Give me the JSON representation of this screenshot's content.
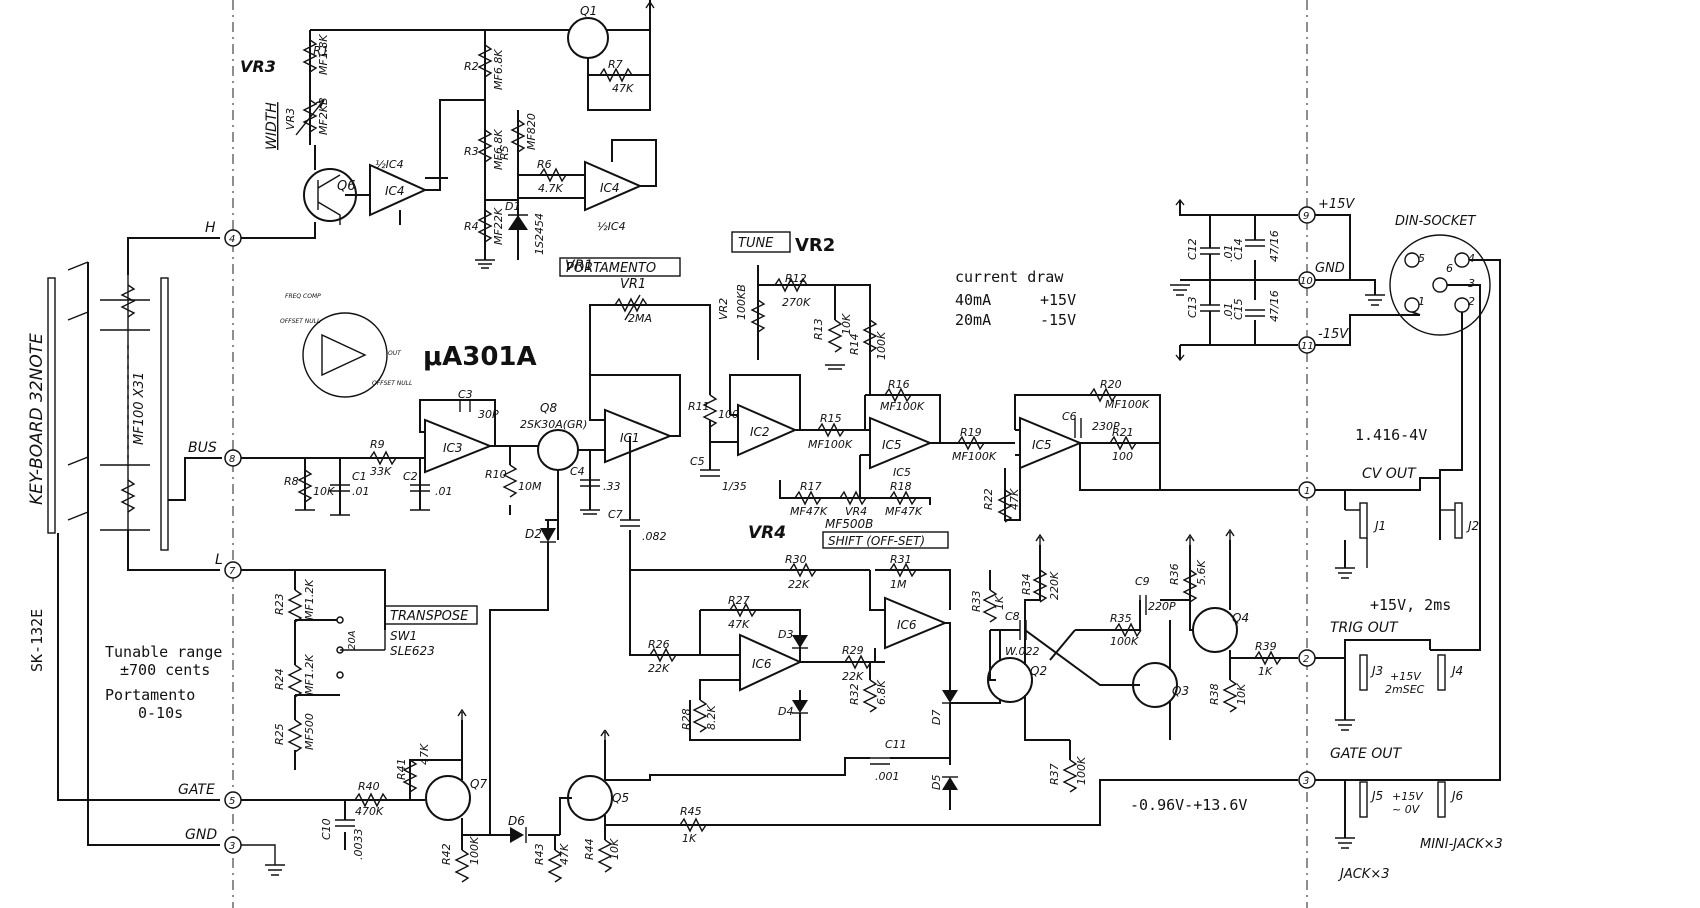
{
  "labels": {
    "keyboard": "KEY-BOARD 32NOTE",
    "model": "SK-132E",
    "resistor_chain": "MF100 X31",
    "chip": "μA301A",
    "vr3": "VR3",
    "width": "WIDTH",
    "vr1": "VR1",
    "portamento": "PORTAMENTO",
    "tune": "TUNE",
    "vr2": "VR2",
    "vr4": "VR4",
    "shift": "SHIFT (OFF-SET)",
    "vr4_part": "MF500B",
    "transpose": "TRANSPOSE",
    "sw1": "SW1",
    "sw1_part": "SLE623",
    "din": "DIN-SOCKET",
    "cv_out": "CV OUT",
    "trig_out": "TRIG OUT",
    "gate_out": "GATE OUT",
    "mini_jack": "MINI-JACK×3",
    "jack": "JACK×3",
    "p15v": "+15V",
    "gnd": "GND",
    "m15v": "-15V",
    "trig_sig": "+15V",
    "trig_sig2": "2mSEC",
    "gate_sig": "+15V",
    "gate_sig2": "~ 0V"
  },
  "terminals": [
    {
      "name": "H",
      "id": "4"
    },
    {
      "name": "BUS",
      "id": "8"
    },
    {
      "name": "L",
      "id": "7"
    },
    {
      "name": "GATE",
      "id": "5"
    },
    {
      "name": "GND",
      "id": "3"
    }
  ],
  "out_terminals": {
    "p15": "9",
    "gnd": "10",
    "m15": "11",
    "cv": "1",
    "trig": "2",
    "gate": "3"
  },
  "components": {
    "R1": "R1",
    "R1v": "MF1.8K",
    "VR3v": "MF2KB",
    "R2": "R2",
    "R2v": "MF6.8K",
    "R3": "R3",
    "R3v": "MF6.8K",
    "R5": "R5",
    "R5v": "MF820",
    "R4": "R4",
    "R4v": "MF22K",
    "D1": "D1",
    "D1v": "1S2454",
    "R6": "R6",
    "R6v": "4.7K",
    "R7": "R7",
    "R7v": "47K",
    "Q1": "Q1",
    "Q6": "Q6",
    "Q8": "Q8",
    "Q8v": "2SK30A(GR)",
    "IC4": "IC4",
    "IC4b": "½IC4",
    "IC4c": "½IC4",
    "IC3": "IC3",
    "IC1": "IC1",
    "IC2": "IC2",
    "IC5": "IC5",
    "IC6": "IC6",
    "C3": "C3",
    "C3v": "30P",
    "R8": "R8",
    "R8v": "10K",
    "C1": "C1",
    "C1v": ".01",
    "R9": "R9",
    "R9v": "33K",
    "C2": "C2",
    "C2v": ".01",
    "R10": "R10",
    "R10v": "10M",
    "C4": "C4",
    "C4v": ".33",
    "R11": "R11",
    "R11v": "100",
    "C5": "C5",
    "C5v": "1/35",
    "VR1v": "2MA",
    "VR2": "VR2",
    "VR2v": "100KB",
    "R12": "R12",
    "R12v": "270K",
    "R13": "R13",
    "R13v": "10K",
    "R14": "R14",
    "R14v": "100K",
    "R15": "R15",
    "R15v": "MF100K",
    "R16": "R16",
    "R16v": "MF100K",
    "R17": "R17",
    "R17v": "MF47K",
    "R18": "R18",
    "R18v": "MF47K",
    "R19": "R19",
    "R19v": "MF100K",
    "R20": "R20",
    "R20v": "MF100K",
    "R21": "R21",
    "R21v": "100",
    "R22": "R22",
    "R22v": "47K",
    "C6": "C6",
    "C6v": "230P",
    "C7": "C7",
    "C7v": ".082",
    "R30": "R30",
    "R30v": "22K",
    "R31": "R31",
    "R31v": "1M",
    "R27": "R27",
    "R27v": "47K",
    "R29": "R29",
    "R29v": "22K",
    "R26": "R26",
    "R26v": "22K",
    "R28": "R28",
    "R28v": "8.2K",
    "R32": "R32",
    "R32v": "6.8K",
    "D2": "D2",
    "D3": "D3",
    "D4": "D4",
    "D5": "D5",
    "D6": "D6",
    "D7": "D7",
    "C8": "C8",
    "C8v": "W.022",
    "C9": "C9",
    "C9v": "220P",
    "R33": "R33",
    "R33v": "1K",
    "R34": "R34",
    "R34v": "220K",
    "R35": "R35",
    "R35v": "100K",
    "R36": "R36",
    "R36v": "5.6K",
    "R37": "R37",
    "R37v": "100K",
    "R38": "R38",
    "R38v": "10K",
    "R39": "R39",
    "R39v": "1K",
    "Q2": "Q2",
    "Q3": "Q3",
    "Q4": "Q4",
    "Q5": "Q5",
    "Q7": "Q7",
    "C11": "C11",
    "C11v": ".001",
    "R45": "R45",
    "R45v": "1K",
    "R44": "R44",
    "R44v": "10K",
    "R43": "R43",
    "R43v": "47K",
    "R42": "R42",
    "R42v": "100K",
    "R41": "R41",
    "R41v": "47K",
    "R40": "R40",
    "R40v": "470K",
    "C10": "C10",
    "C10v": ".0033",
    "R23": "R23",
    "R23v": "MF1.2K",
    "R24": "R24",
    "R24v": "MF1.2K",
    "R25": "R25",
    "R25v": "MF500",
    "sw_label": "20A",
    "C12": "C12",
    "C12v": ".01",
    "C13": "C13",
    "C13v": ".01",
    "C14": "C14",
    "C14v": "47/16",
    "C15": "C15",
    "C15v": "47/16",
    "J1": "J1",
    "J2": "J2",
    "J3": "J3",
    "J4": "J4",
    "J5": "J5",
    "J6": "J6"
  },
  "notes": {
    "current_title": "current draw",
    "current_1a": "40mA",
    "current_1b": "+15V",
    "current_2a": "20mA",
    "current_2b": "-15V",
    "cv_range": "1.416-4V",
    "trig_level": "+15V, 2ms",
    "gate_range": "-0.96V-+13.6V",
    "tunable_1": "Tunable range",
    "tunable_2": "±700 cents",
    "port_1": "Portamento",
    "port_2": "0-10s"
  }
}
